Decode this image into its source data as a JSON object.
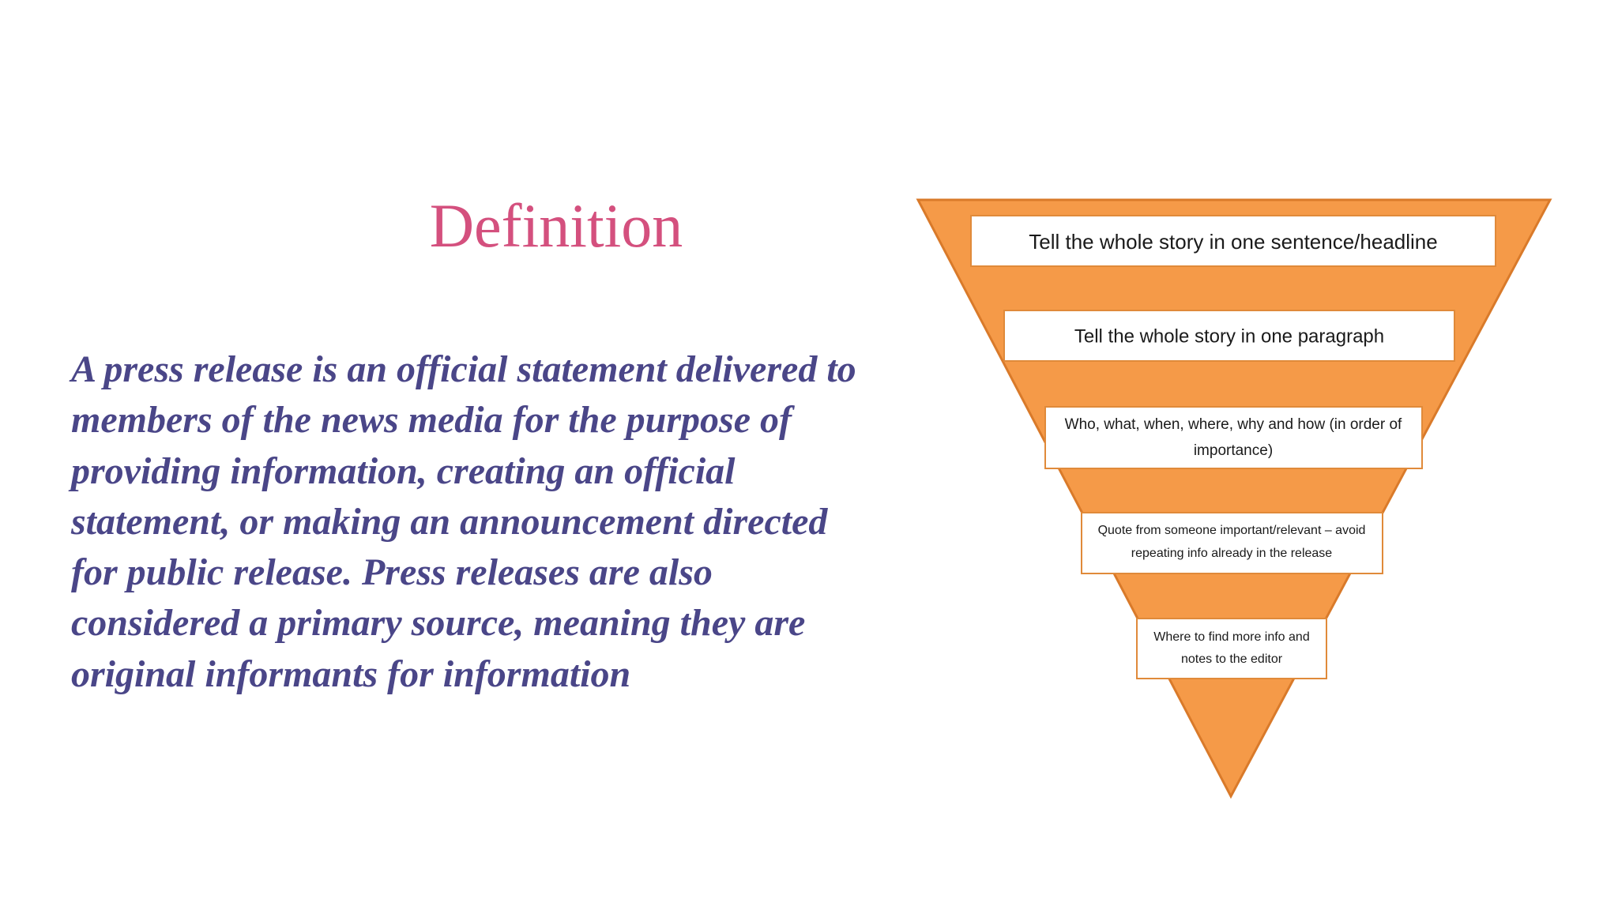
{
  "slide": {
    "title": "Definition",
    "body_lines": [
      "A press release is an official statement delivered to",
      "members of the news media for the purpose of",
      "providing information, creating an official",
      "statement, or making an announcement directed",
      "for public release. Press releases are also",
      "considered a primary source, meaning they are",
      "original informants for information"
    ]
  },
  "diagram": {
    "type": "inverted-pyramid",
    "fill_color": "#f59a48",
    "border_color": "#e08a3a",
    "box_color": "#ffffff",
    "levels": [
      {
        "lines": [
          "Tell the whole story in one sentence/headline"
        ]
      },
      {
        "lines": [
          "Tell the whole story in one paragraph"
        ]
      },
      {
        "lines": [
          "Who, what, when, where, why and how (in order of",
          "importance)"
        ]
      },
      {
        "lines": [
          "Quote from someone important/relevant – avoid",
          "repeating info already in the release"
        ]
      },
      {
        "lines": [
          "Where to find more info and",
          "notes to the editor"
        ]
      }
    ]
  },
  "colors": {
    "title": "#d4507e",
    "body": "#4a4688",
    "background": "#ffffff"
  }
}
